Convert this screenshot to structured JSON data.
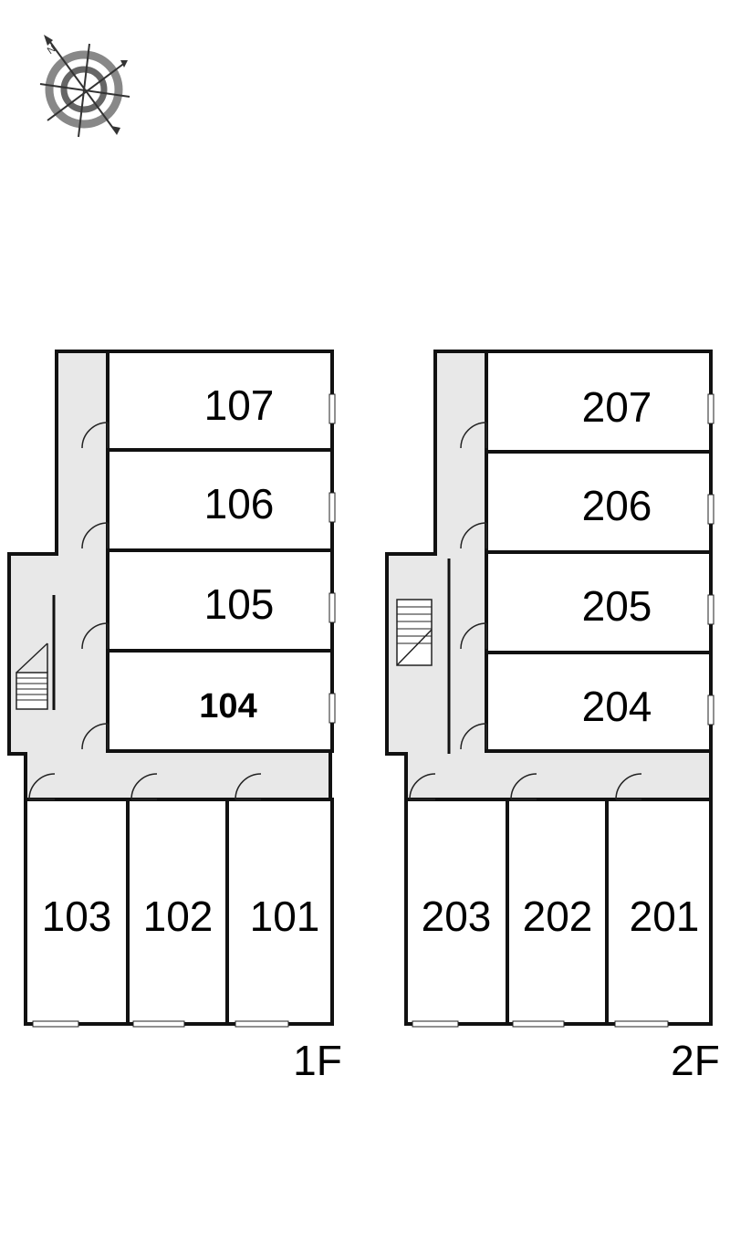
{
  "compass": {
    "icon": "compass-north-icon",
    "north_label": "N"
  },
  "floors": [
    {
      "id": "1F",
      "label": "1F",
      "rooms_upper": [
        "107",
        "106",
        "105",
        "104"
      ],
      "rooms_lower": [
        "103",
        "102",
        "101"
      ]
    },
    {
      "id": "2F",
      "label": "2F",
      "rooms_upper": [
        "207",
        "206",
        "205",
        "204"
      ],
      "rooms_lower": [
        "203",
        "202",
        "201"
      ]
    }
  ],
  "colors": {
    "corridor": "#e8e8e8",
    "wall": "#111111",
    "room": "#ffffff"
  }
}
